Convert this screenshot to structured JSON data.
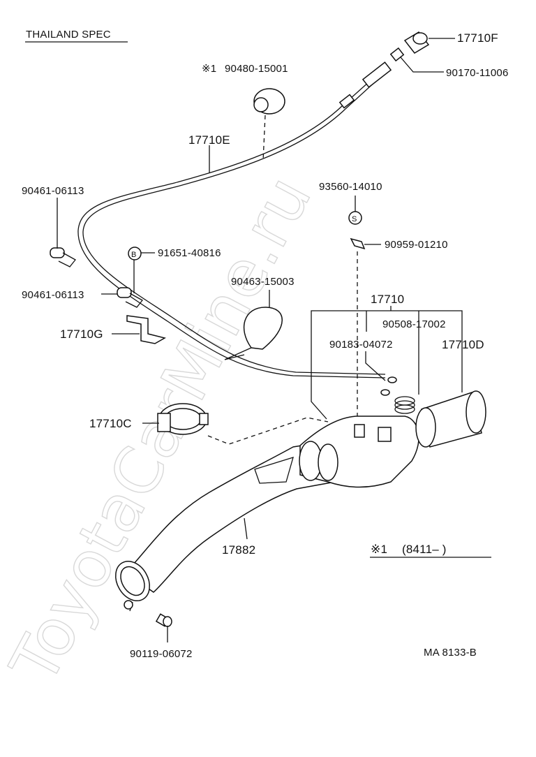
{
  "spec_label": "THAILAND SPEC",
  "watermark": "ToyotaCarMine.ru",
  "drawing_code": "MA 8133-B",
  "footnote": {
    "mark": "※1",
    "range": "(8411–      )"
  },
  "markers": {
    "b": "B",
    "s": "S"
  },
  "parts": {
    "p17710F": "17710F",
    "p90170_11006": "90170-11006",
    "p90480_15001": "90480-15001",
    "p90480_mark": "※1",
    "p17710E": "17710E",
    "p90461_06113_a": "90461-06113",
    "p93560_14010": "93560-14010",
    "p91651_40816": "91651-40816",
    "p90959_01210": "90959-01210",
    "p90463_15003": "90463-15003",
    "p90461_06113_b": "90461-06113",
    "p17710": "17710",
    "p90508_17002": "90508-17002",
    "p17710G": "17710G",
    "p90183_04072": "90183-04072",
    "p17710D": "17710D",
    "p17710C": "17710C",
    "p17882": "17882",
    "p90119_06072": "90119-06072"
  }
}
